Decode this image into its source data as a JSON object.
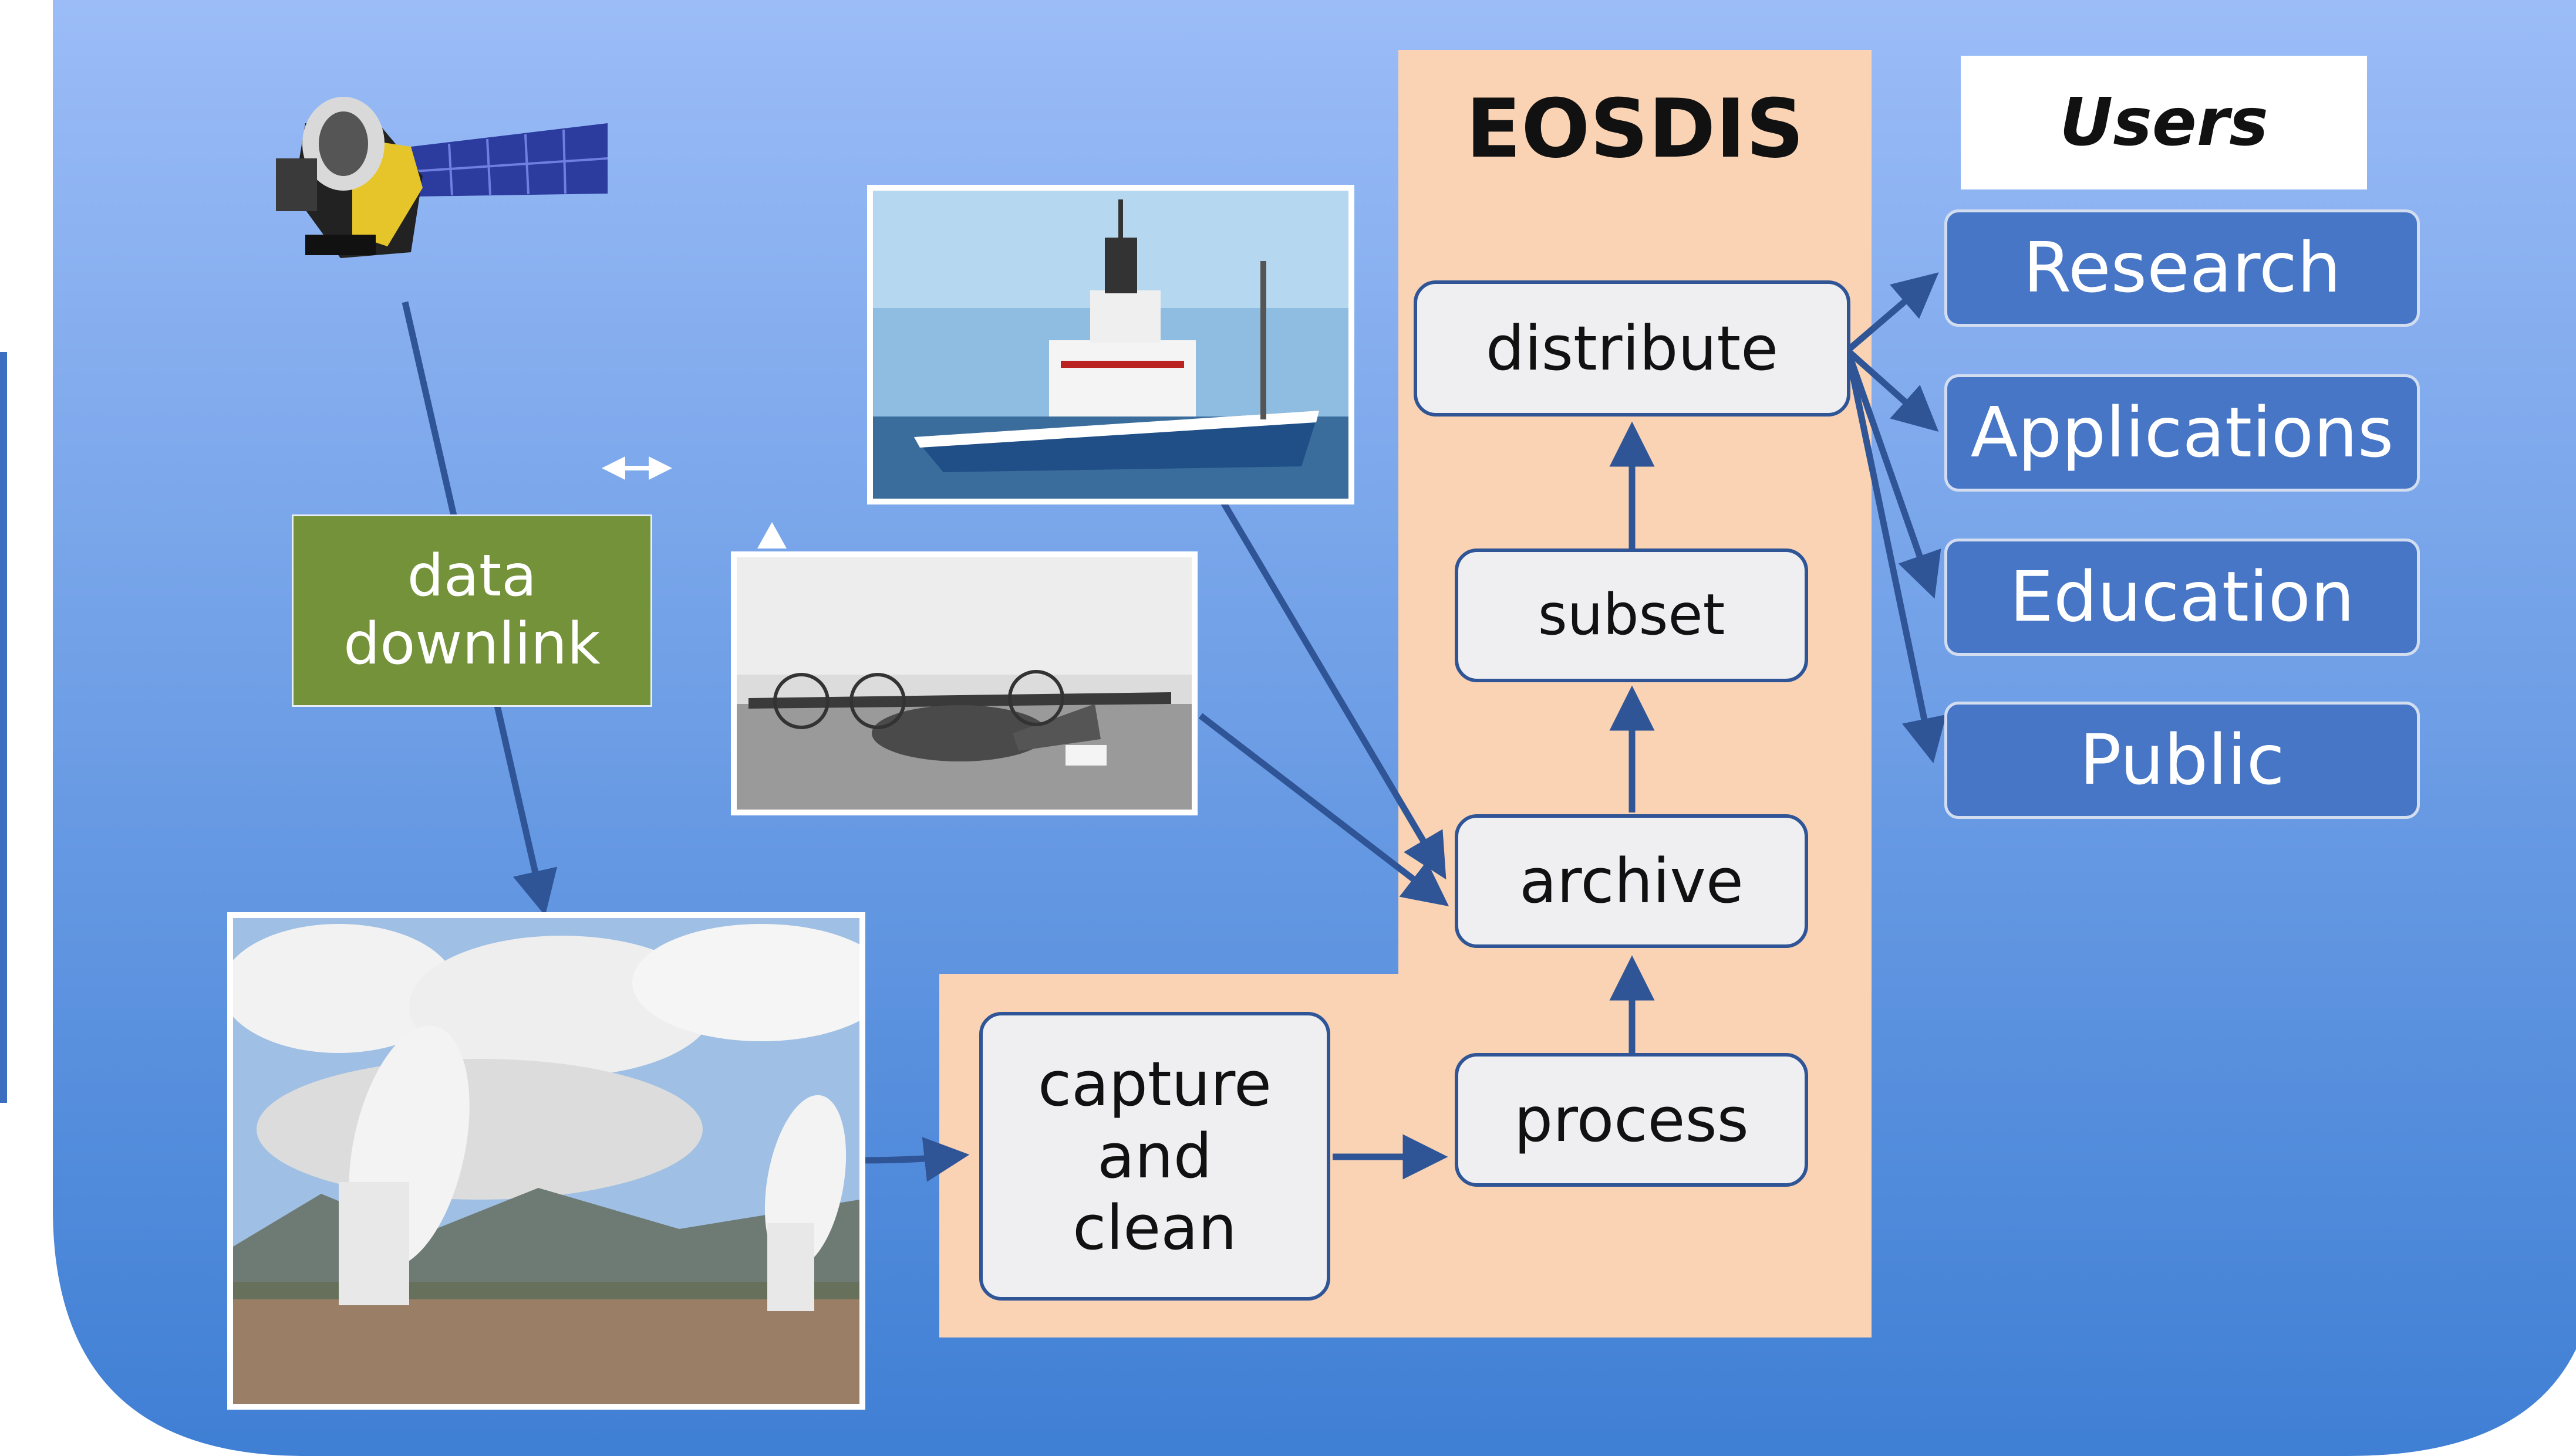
{
  "diagram": {
    "title": "EOSDIS",
    "downlink_label": "data\ndownlink",
    "steps": {
      "capture": "capture\nand\nclean",
      "process": "process",
      "archive": "archive",
      "subset": "subset",
      "distribute": "distribute"
    },
    "users_header": "Users",
    "users": [
      "Research",
      "Applications",
      "Education",
      "Public"
    ]
  },
  "colors": {
    "background_top": "#9bbcf7",
    "background_bottom": "#3f7fd4",
    "eosdis_panel": "#f9d3b4",
    "downlink": "#74923a",
    "arrow": "#2f5597",
    "user_box": "#4776c6"
  }
}
